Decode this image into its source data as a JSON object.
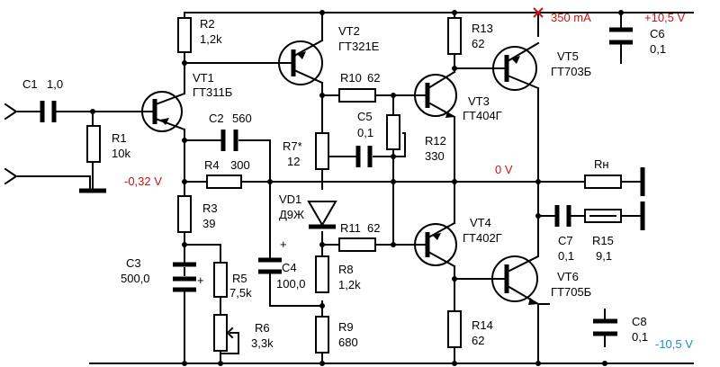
{
  "components": {
    "c1": {
      "ref": "C1",
      "value": "1,0"
    },
    "r1": {
      "ref": "R1",
      "value": "10k"
    },
    "vt1": {
      "ref": "VT1",
      "type": "ГТ311Б"
    },
    "r2": {
      "ref": "R2",
      "value": "1,2k"
    },
    "vt2": {
      "ref": "VT2",
      "type": "ГТ321Е"
    },
    "c2": {
      "ref": "C2",
      "value": "560"
    },
    "r4": {
      "ref": "R4",
      "value": "300"
    },
    "r3": {
      "ref": "R3",
      "value": "39"
    },
    "c3": {
      "ref": "C3",
      "value": "500,0"
    },
    "r5": {
      "ref": "R5",
      "value": "7,5k"
    },
    "r6": {
      "ref": "R6",
      "value": "3,3k"
    },
    "c4": {
      "ref": "C4",
      "value": "100,0"
    },
    "r10": {
      "ref": "R10",
      "value": "62"
    },
    "c5": {
      "ref": "C5",
      "value": "0,1"
    },
    "r7": {
      "ref": "R7*",
      "value": "12"
    },
    "r12": {
      "ref": "R12",
      "value": "330"
    },
    "vd1": {
      "ref": "VD1",
      "type": "Д9Ж"
    },
    "r11": {
      "ref": "R11",
      "value": "62"
    },
    "r8": {
      "ref": "R8",
      "value": "1,2k"
    },
    "r9": {
      "ref": "R9",
      "value": "680"
    },
    "r13": {
      "ref": "R13",
      "value": "62"
    },
    "vt3": {
      "ref": "VT3",
      "type": "ГТ404Г"
    },
    "vt4": {
      "ref": "VT4",
      "type": "ГТ402Г"
    },
    "r14": {
      "ref": "R14",
      "value": "62"
    },
    "vt5": {
      "ref": "VT5",
      "type": "ГТ703Б"
    },
    "vt6": {
      "ref": "VT6",
      "type": "ГТ705Б"
    },
    "c6": {
      "ref": "C6",
      "value": "0,1"
    },
    "rn": {
      "ref": "Rн"
    },
    "c7": {
      "ref": "C7",
      "value": "0,1"
    },
    "r15": {
      "ref": "R15",
      "value": "9,1"
    },
    "c8": {
      "ref": "C8",
      "value": "0,1"
    }
  },
  "annotations": {
    "input_bias_voltage": "-0,32 V",
    "output_voltage": "0 V",
    "quiescent_current": "350 mA",
    "supply_positive": "+10,5 V",
    "supply_negative": "-10,5 V",
    "c4_polarity": "+",
    "c3_polarity": "+"
  },
  "colors": {
    "wire": "#000000",
    "measurement_red": "#d01010",
    "negative_supply_blue": "#1a8fd0"
  }
}
